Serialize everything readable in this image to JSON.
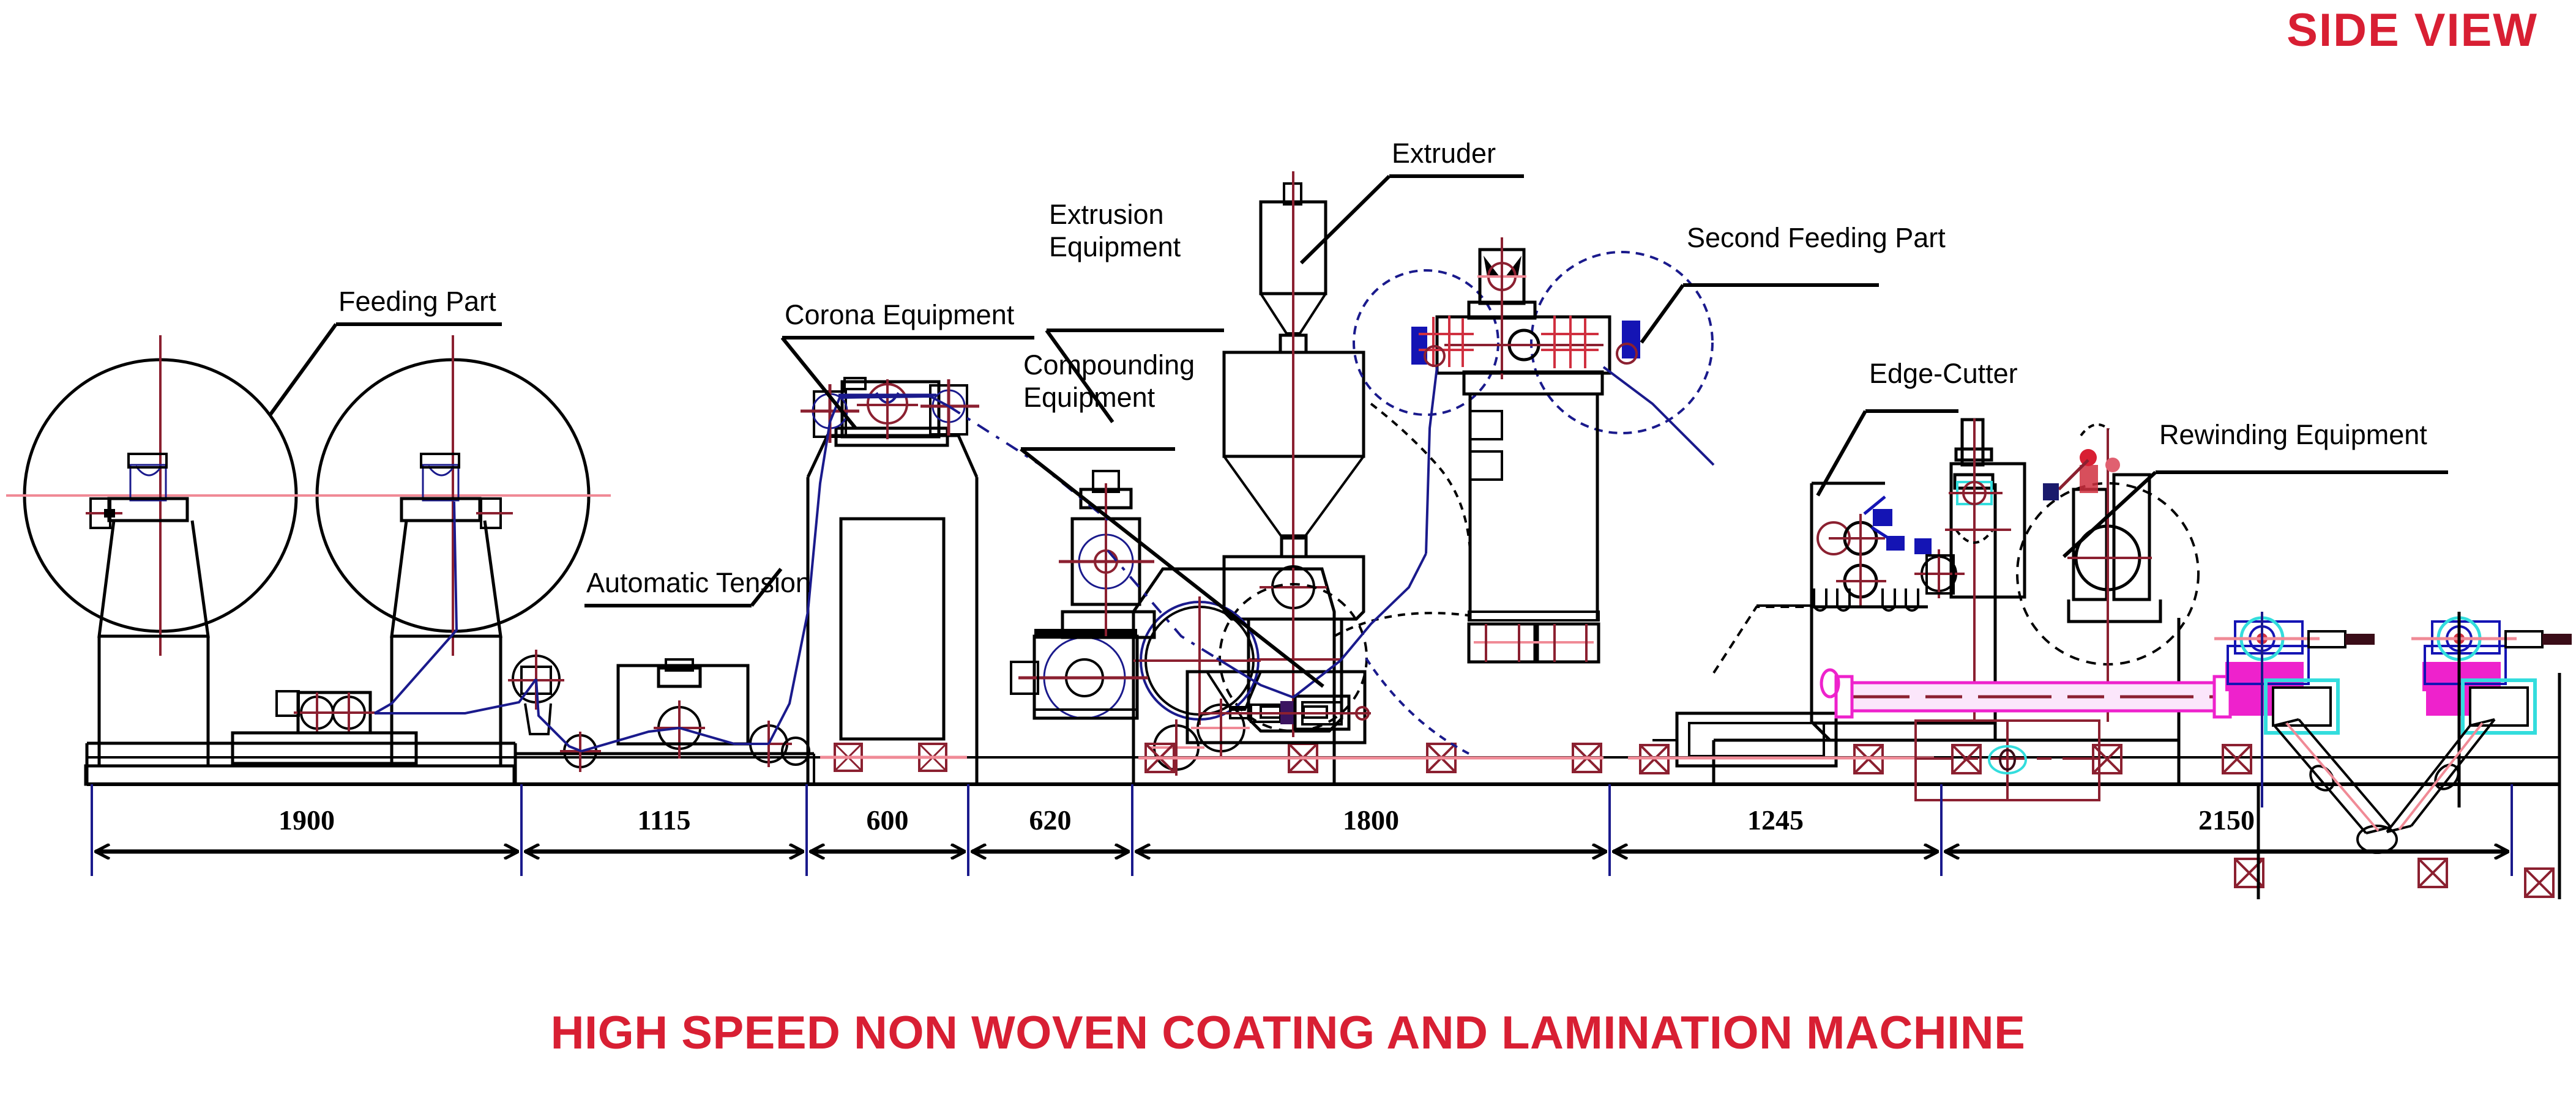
{
  "titles": {
    "view_label": "SIDE VIEW",
    "machine_name": "HIGH SPEED NON WOVEN COATING AND LAMINATION MACHINE",
    "accent_color": "#d81f33"
  },
  "callouts": [
    {
      "id": "feeding-part",
      "text": "Feeding Part"
    },
    {
      "id": "corona-equipment",
      "text": "Corona Equipment"
    },
    {
      "id": "automatic-tension",
      "text": "Automatic Tension"
    },
    {
      "id": "extrusion-equipment",
      "text": "Extrusion\nEquipment"
    },
    {
      "id": "extruder",
      "text": "Extruder"
    },
    {
      "id": "compounding-equipment",
      "text": "Compounding\nEquipment"
    },
    {
      "id": "second-feeding-part",
      "text": "Second Feeding Part"
    },
    {
      "id": "edge-cutter",
      "text": "Edge-Cutter"
    },
    {
      "id": "rewinding-equipment",
      "text": "Rewinding Equipment"
    }
  ],
  "dimensions": {
    "unit_note": "",
    "segments": [
      {
        "label": "1900"
      },
      {
        "label": "1115"
      },
      {
        "label": "600"
      },
      {
        "label": "620"
      },
      {
        "label": "1800"
      },
      {
        "label": "1245"
      },
      {
        "label": "2150"
      }
    ]
  },
  "colors": {
    "outline": "#000000",
    "centerline": "#8b2030",
    "centerline_light": "#f08a96",
    "web_path": "#1a1a8c",
    "magenta": "#ee22cc",
    "cyan": "#33dddd",
    "blue_fill": "#1414b4"
  }
}
